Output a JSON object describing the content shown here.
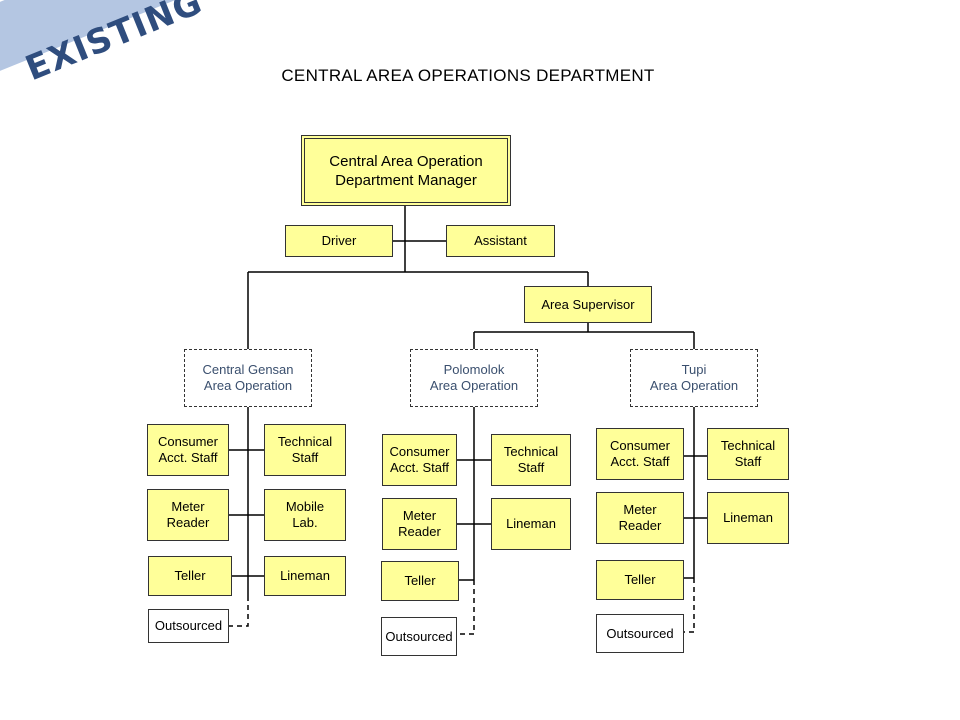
{
  "banner": {
    "text": "EXISTING"
  },
  "title": "CENTRAL AREA OPERATIONS DEPARTMENT",
  "manager": "Central Area Operation\nDepartment Manager",
  "driver": "Driver",
  "assistant": "Assistant",
  "supervisor": "Area Supervisor",
  "areas": {
    "gensan": {
      "name": "Central Gensan\nArea Operation",
      "consumer": "Consumer\nAcct. Staff",
      "technical": "Technical\nStaff",
      "meter": "Meter\nReader",
      "mobile": "Mobile\nLab.",
      "teller": "Teller",
      "lineman": "Lineman",
      "outsourced": "Outsourced"
    },
    "polomolok": {
      "name": "Polomolok\nArea Operation",
      "consumer": "Consumer\nAcct. Staff",
      "technical": "Technical\nStaff",
      "meter": "Meter\nReader",
      "lineman": "Lineman",
      "teller": "Teller",
      "outsourced": "Outsourced"
    },
    "tupi": {
      "name": "Tupi\nArea Operation",
      "consumer": "Consumer\nAcct. Staff",
      "technical": "Technical\nStaff",
      "meter": "Meter\nReader",
      "lineman": "Lineman",
      "teller": "Teller",
      "outsourced": "Outsourced"
    }
  },
  "colors": {
    "box_fill": "#ffff99",
    "banner": "#b4c6e2",
    "banner_text": "#2f4d7e"
  }
}
